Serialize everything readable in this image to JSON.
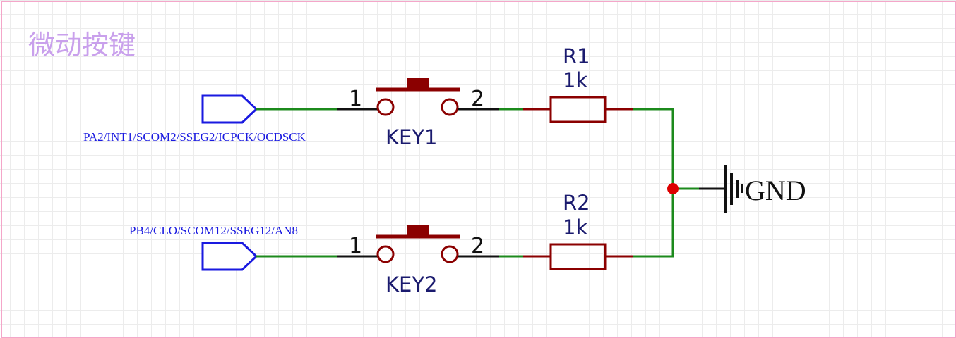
{
  "diagram": {
    "title": "微动按键",
    "ports": [
      {
        "label": "PA2/INT1/SCOM2/SSEG2/ICPCK/OCDSCK"
      },
      {
        "label": "PB4/CLO/SCOM12/SSEG12/AN8"
      }
    ],
    "switches": [
      {
        "designator": "KEY1",
        "pin1": "1",
        "pin2": "2"
      },
      {
        "designator": "KEY2",
        "pin1": "1",
        "pin2": "2"
      }
    ],
    "resistors": [
      {
        "designator": "R1",
        "value": "1k"
      },
      {
        "designator": "R2",
        "value": "1k"
      }
    ],
    "ground": {
      "label": "GND"
    },
    "colors": {
      "wire": "#1c8a1c",
      "component": "#8b0000",
      "port": "#1a1ae0",
      "junction": "#dd0000",
      "title": "#c9a0ec",
      "border": "#f4a6c9"
    }
  }
}
